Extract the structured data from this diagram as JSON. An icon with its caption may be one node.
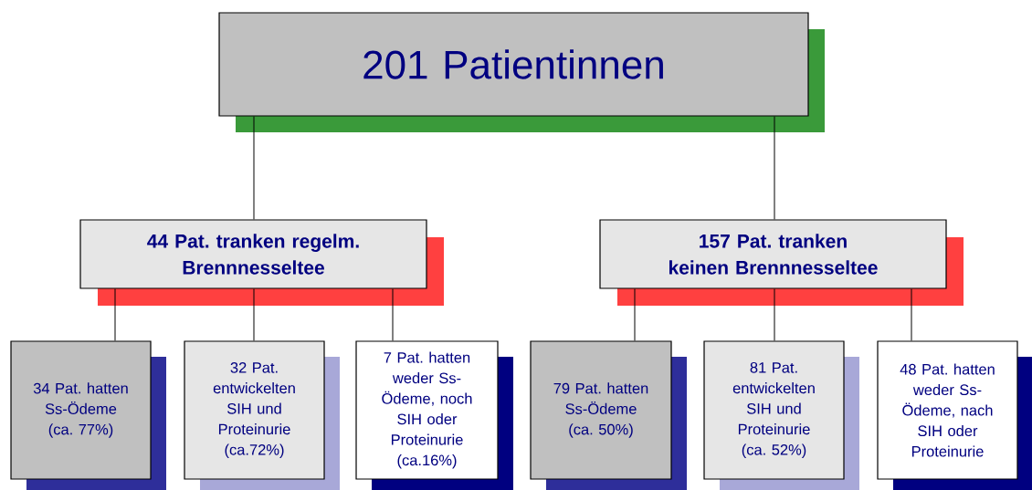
{
  "diagram": {
    "nodes": [
      {
        "text": [
          "201 Patientinnen"
        ]
      },
      {
        "text": [
          "44 Pat. tranken regelm. Brennnesseltee"
        ]
      },
      {
        "text": [
          "157 Pat. tranken keinen Brennnesseltee"
        ]
      },
      {
        "text": [
          "34 Pat. hatten Ss-Ödeme (ca. 77%)"
        ]
      },
      {
        "text": [
          "32 Pat. entwickelten SIH und Proteinurie (ca.72%)"
        ]
      },
      {
        "text": [
          "7 Pat. hatten weder Ss- Ödeme, noch SIH oder Proteinurie (ca.16%)"
        ]
      },
      {
        "text": [
          "79 Pat. hatten Ss-Ödeme (ca. 50%)"
        ]
      },
      {
        "text": [
          "81 Pat. entwickelten SIH und Proteinurie (ca. 52%)"
        ]
      },
      {
        "text": [
          "48 Pat. hatten weder Ss- Ödeme, nach SIH oder Proteinurie"
        ]
      }
    ],
    "edges": [
      {
        "from": 0,
        "to": 1,
        "arrow": "none"
      },
      {
        "from": 0,
        "to": 2,
        "arrow": "none"
      },
      {
        "from": 1,
        "to": 3,
        "arrow": "none"
      },
      {
        "from": 1,
        "to": 4,
        "arrow": "none"
      },
      {
        "from": 1,
        "to": 5,
        "arrow": "none"
      },
      {
        "from": 2,
        "to": 6,
        "arrow": "none"
      },
      {
        "from": 2,
        "to": 7,
        "arrow": "none"
      },
      {
        "from": 2,
        "to": 8,
        "arrow": "none"
      }
    ]
  }
}
